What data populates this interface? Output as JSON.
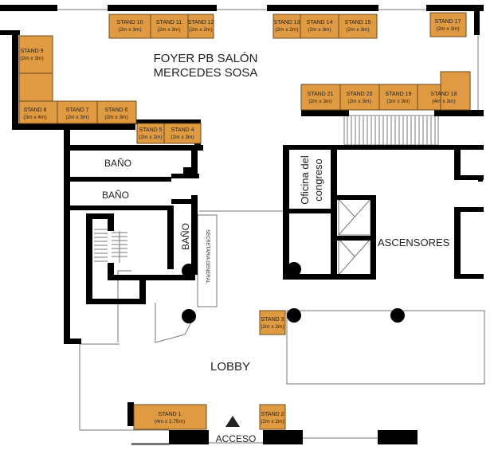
{
  "title": {
    "line1": "FOYER PB SALÓN",
    "line2": "MERCEDES SOSA"
  },
  "rooms": {
    "bano_1": "BAÑO",
    "bano_2": "BAÑO",
    "bano_3": "BAÑO",
    "secretaria": "SECRETARIA GENERAL",
    "oficina_line1": "Oficina del",
    "oficina_line2": "congreso",
    "ascensores": "ASCENSORES",
    "lobby": "LOBBY",
    "acceso": "ACCESO"
  },
  "stands": [
    {
      "id": "stand-10",
      "name": "STAND 10",
      "size": "(2m x 3m)"
    },
    {
      "id": "stand-11",
      "name": "STAND 11",
      "size": "(2m x 3m)"
    },
    {
      "id": "stand-12",
      "name": "STAND 12",
      "size": "(2m x 2m)"
    },
    {
      "id": "stand-13",
      "name": "STAND 13",
      "size": "(2m x 2m)"
    },
    {
      "id": "stand-14",
      "name": "STAND 14",
      "size": "(2m x 3m)"
    },
    {
      "id": "stand-15",
      "name": "STAND 15",
      "size": "(2m x 3m)"
    },
    {
      "id": "stand-17",
      "name": "STAND 17",
      "size": "(2m x 3m)"
    },
    {
      "id": "stand-9",
      "name": "STAND 9",
      "size": "(2m x 3m)"
    },
    {
      "id": "stand-8",
      "name": "STAND 8",
      "size": "(3m x 4m)"
    },
    {
      "id": "stand-7",
      "name": "STAND 7",
      "size": "(2m x 3m)"
    },
    {
      "id": "stand-6",
      "name": "STAND 6",
      "size": "(2m x 3m)"
    },
    {
      "id": "stand-5",
      "name": "STAND 5",
      "size": "(2m x 2m)"
    },
    {
      "id": "stand-4",
      "name": "STAND 4",
      "size": "(2m x 3m)"
    },
    {
      "id": "stand-21",
      "name": "STAND 21",
      "size": "(2m x 3m)"
    },
    {
      "id": "stand-20",
      "name": "STAND 20",
      "size": "(2m x 3m)"
    },
    {
      "id": "stand-19",
      "name": "STAND 19",
      "size": "(2m x 3m)"
    },
    {
      "id": "stand-18",
      "name": "STAND 18",
      "size": "(4m x 3m)"
    },
    {
      "id": "stand-3",
      "name": "STAND 3",
      "size": "(2m x 2m)"
    },
    {
      "id": "stand-1",
      "name": "STAND 1",
      "size": "(4m x 2.75m)"
    },
    {
      "id": "stand-2",
      "name": "STAND 2",
      "size": "(2m x 2m)"
    }
  ],
  "colors": {
    "stand_fill": "#e09a42",
    "wall": "#000000",
    "line": "#777777"
  }
}
